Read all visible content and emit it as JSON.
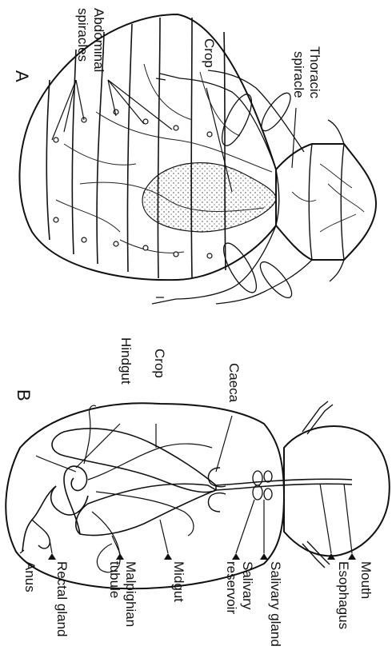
{
  "panel_a": {
    "letter": "A",
    "labels": {
      "abdominal_spiracles_line1": "Abdominal",
      "abdominal_spiracles_line2": "spiracles",
      "crop": "Crop",
      "thoracic_spiracle_line1": "Thoracic",
      "thoracic_spiracle_line2": "spiracle"
    }
  },
  "panel_b": {
    "letter": "B",
    "labels": {
      "hindgut": "Hindgut",
      "crop": "Crop",
      "caeca": "Caeca",
      "mouth": "Mouth",
      "esophagus": "Esophagus",
      "salivary_gland": "Salivary gland",
      "salivary_reservoir_line1": "Salivary",
      "salivary_reservoir_line2": "reservoir",
      "midgut": "Midgut",
      "malpighian_tubule_line1": "Malpighian",
      "malpighian_tubule_line2": "tubule",
      "rectal_gland": "Rectal gland",
      "anus": "Anus"
    }
  }
}
